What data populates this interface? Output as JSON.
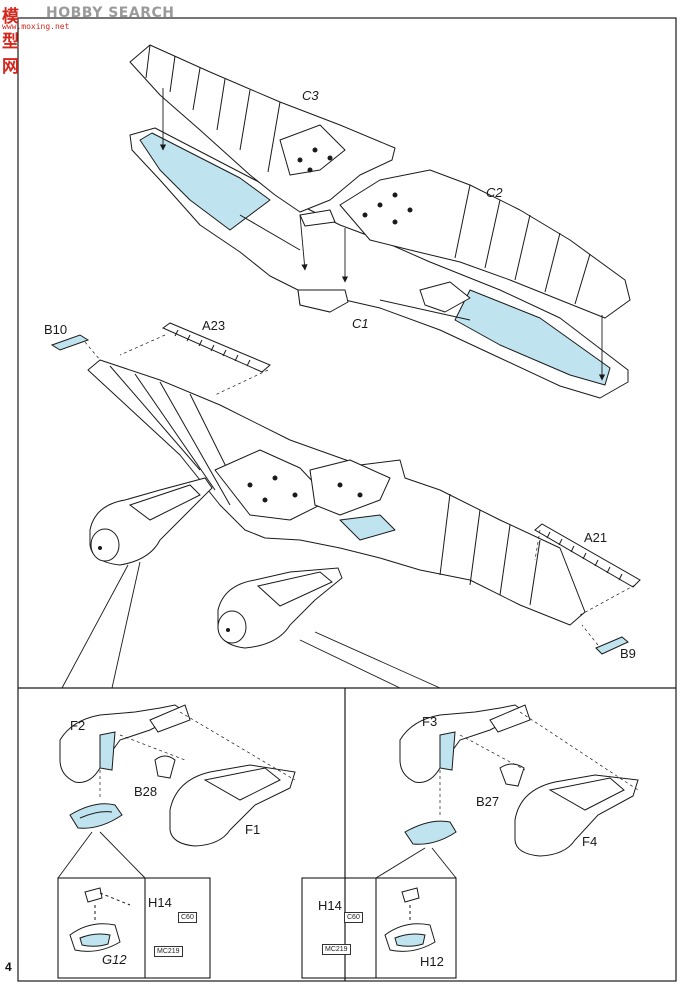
{
  "watermark": {
    "logo": "模型网",
    "brand": "HOBBY SEARCH",
    "url": "www.moxing.net"
  },
  "page_number": "4",
  "part_labels": {
    "C3": "C3",
    "C2": "C2",
    "C1": "C1",
    "B10": "B10",
    "A23": "A23",
    "A21": "A21",
    "B9": "B9",
    "F2": "F2",
    "B28": "B28",
    "F1": "F1",
    "F3": "F3",
    "B27": "B27",
    "F4": "F4",
    "H14_left": "H14",
    "G12": "G12",
    "H14_right": "H14",
    "H12": "H12"
  },
  "paint_codes": {
    "c60_left": "C60",
    "mc219_left": "MC219",
    "c60_right": "C60",
    "mc219_right": "MC219"
  },
  "colors": {
    "line": "#1a1a1a",
    "interior_blue": "#bfe3ef",
    "panel": "#ffffff",
    "watermark_red": "#d2281e"
  }
}
